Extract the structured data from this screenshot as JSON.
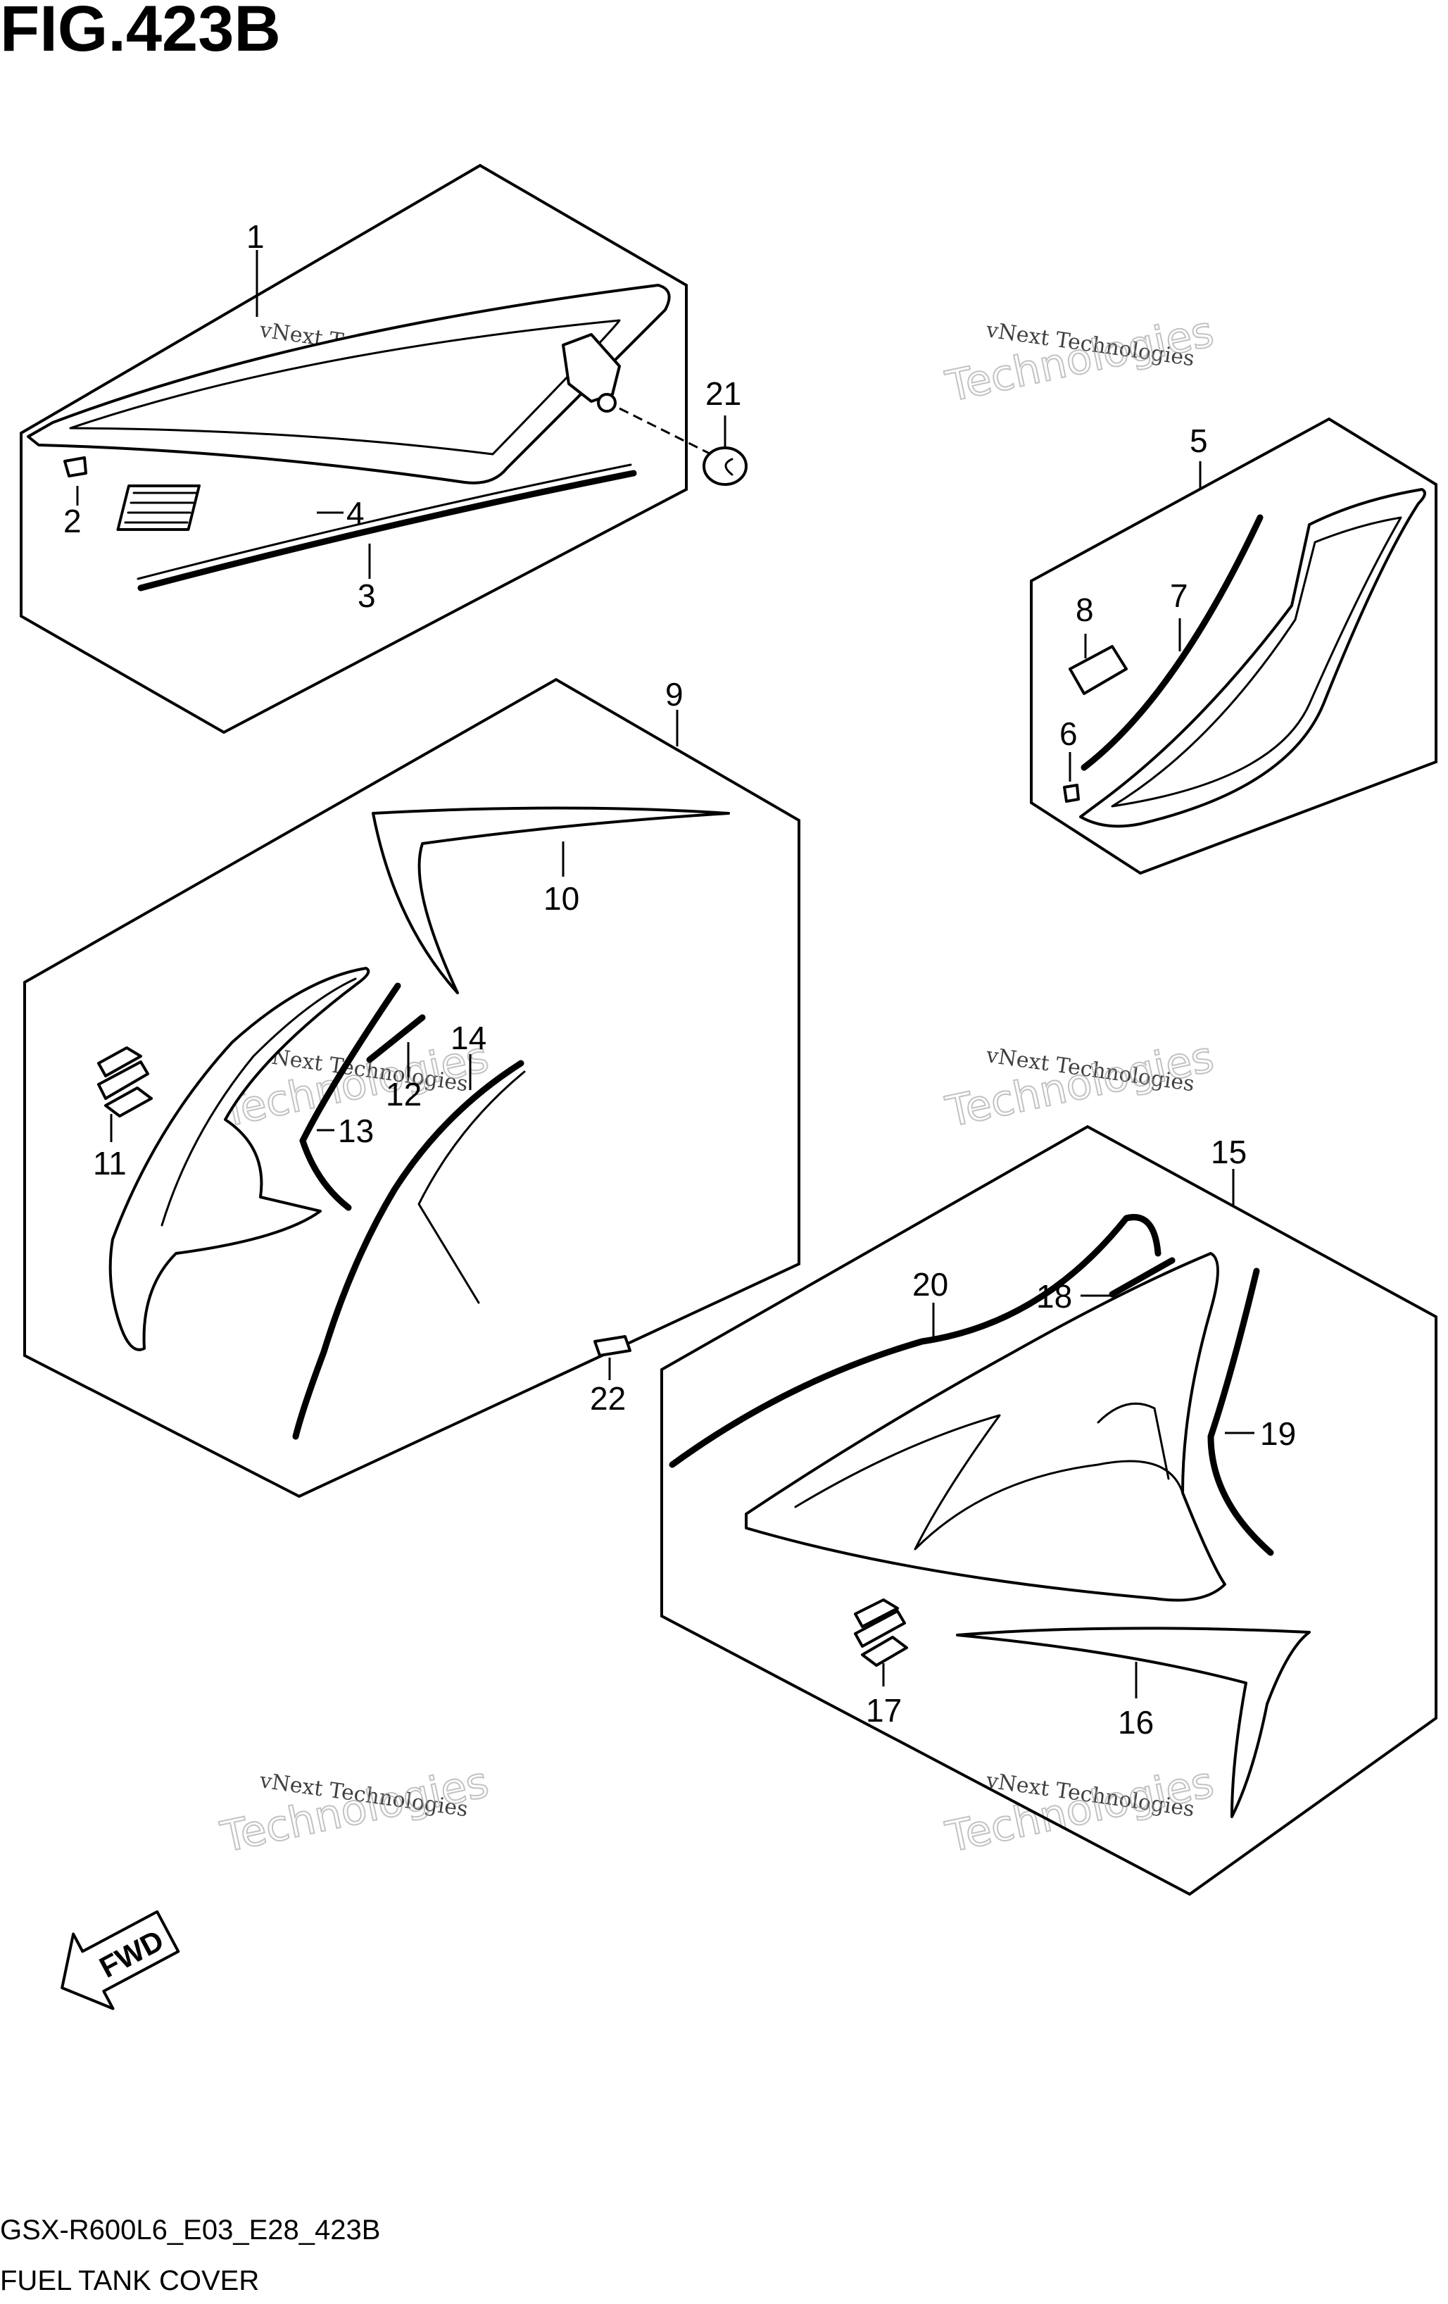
{
  "figure_title": "FIG.423B",
  "model_code": "GSX-R600L6_E03_E28_423B",
  "section_name": "FUEL TANK COVER",
  "fwd_label": "FWD",
  "watermark": {
    "line1": "vNext Technologies",
    "line2": "Technologies"
  },
  "callouts": [
    "1",
    "2",
    "3",
    "4",
    "5",
    "6",
    "7",
    "8",
    "9",
    "10",
    "11",
    "12",
    "13",
    "14",
    "15",
    "16",
    "17",
    "18",
    "19",
    "20",
    "21",
    "22"
  ]
}
